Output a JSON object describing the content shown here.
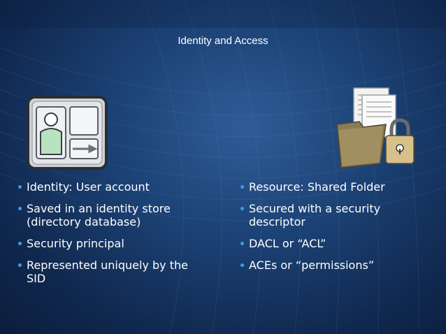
{
  "title": "Identity and Access",
  "left_column": {
    "items": [
      {
        "text": "Identity: User account"
      },
      {
        "text": "Saved in an identity store (directory database)"
      },
      {
        "text": "Security principal"
      },
      {
        "text": "Represented uniquely by the SID"
      }
    ]
  },
  "right_column": {
    "items": [
      {
        "text": "Resource: Shared Folder"
      },
      {
        "text": "Secured with a security descriptor"
      },
      {
        "text": "DACL or “ACL”"
      },
      {
        "text": "ACEs or “permissions”"
      }
    ]
  },
  "colors": {
    "background": "#1d4478",
    "bullet": "#3aa0e0",
    "text": "#ffffff"
  },
  "icons": {
    "left": "identity-card-icon",
    "right": "locked-folder-icon"
  }
}
